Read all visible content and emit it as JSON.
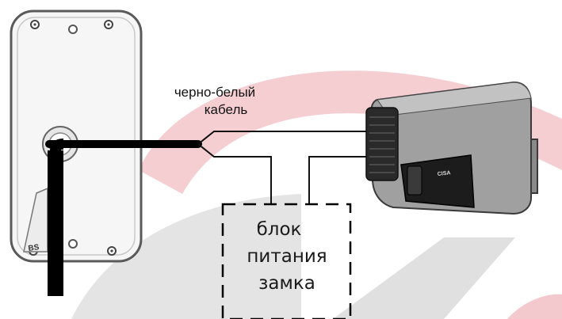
{
  "labels": {
    "cable_line1": "черно-белый",
    "cable_line2": "кабель",
    "power_line1": "блок",
    "power_line2": "питания",
    "power_line3": "замка"
  },
  "devices": {
    "panel_brand": "BS",
    "lock_brand": "CISA"
  },
  "colors": {
    "watermark_red": "#f2c6cb",
    "watermark_gray": "#dcdcdc",
    "cable_black": "#000000",
    "panel_body": "#f4f4f4",
    "lock_body": "#9a9a9a"
  }
}
